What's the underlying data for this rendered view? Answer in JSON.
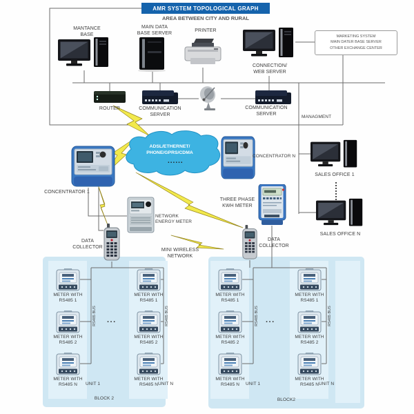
{
  "header": {
    "title": "AMR SYSTEM TOPOLOGICAL GRAPH",
    "subtitle": "AREA BETWEEN CITY AND RURAL"
  },
  "nodes": {
    "mantance_base": "MANTANCE\nBASE",
    "main_db_server": "MAIN DATA\nBASE SERVER",
    "printer": "PRINTER",
    "connection_web_server": "CONNECTION/\nWEB SERVER",
    "marketing_box": "MARKETING SYSTEM\nMAIN DATER BASE SERVER\nOTHER EXCHANGE CENTER",
    "router": "ROUTER",
    "comm_server_1": "COMMUNICATION\nSERVER",
    "comm_server_2": "COMMUNICATION\nSERVER",
    "managment": "MANAGMENT",
    "cloud": "ADSL/ETHERNET/\nPHONE/GPRS/CDMA",
    "concentrator_1": "CONCENTRATOR 1",
    "concentrator_n": "CONCENTRATOR N",
    "concentrator_dots": "......",
    "sales_office_1": "SALES OFFICE 1",
    "sales_office_n": "SALES OFFICE N",
    "network_energy_meter": "NETWORK\nENERGY METER",
    "three_phase_meter": "THREE PHASE\nKWH METER",
    "data_collector_1": "DATA\nCOLLECTOR",
    "data_collector_2": "DATA\nCOLLECTOR",
    "mini_wireless": "MINI WIRELESS\nNETWORK"
  },
  "blocks": [
    {
      "label": "BLOCK 2",
      "dots": "...",
      "units": [
        {
          "label": "UNIT 1",
          "bus_label": "RS485 BUS",
          "meters": [
            "METER WITH\nRS485 1",
            "METER WITH\nRS485 2",
            "METER WITH\nRS485 N"
          ]
        },
        {
          "label": "UNIT N",
          "bus_label": "RS485 BUS",
          "meters": [
            "METER WITH\nRS485 1",
            "METER WITH\nRS485 2",
            "METER WITH\nRS485 N"
          ]
        }
      ]
    },
    {
      "label": "BLOCK2",
      "dots": "...",
      "units": [
        {
          "label": "UNIT 1",
          "bus_label": "RS485 BUS",
          "meters": [
            "METER WITH\nRS485 1",
            "METER WITH\nRS485 2",
            "METER WITH\nRS485 N"
          ]
        },
        {
          "label": "UNIT N",
          "bus_label": "RS485 BUS",
          "meters": [
            "METER WITH\nRS485 1",
            "METER WITH\nRS485 2",
            "METER WITH\nRS485 N"
          ]
        }
      ]
    }
  ],
  "colors": {
    "banner_blue": "#1563ac",
    "cloud_blue": "#3db3e2",
    "panel_blue": "#cfe7f3",
    "bolt_yellow": "#f2e94c",
    "wire_gray": "#6b6b6b"
  }
}
